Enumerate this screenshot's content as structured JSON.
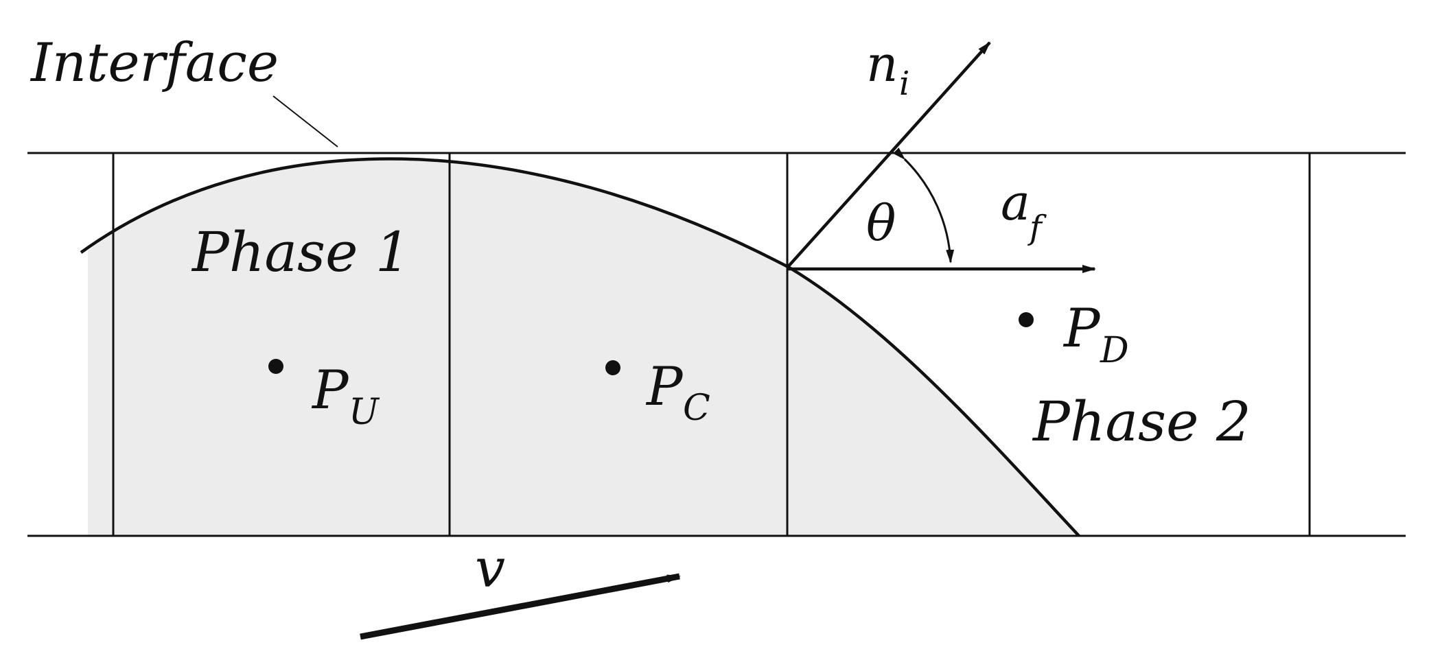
{
  "labels": {
    "interface": "Interface",
    "phase1": "Phase 1",
    "phase2": "Phase 2",
    "normal_main": "n",
    "normal_sub": "i",
    "face_main": "a",
    "face_sub": "f",
    "angle": "θ",
    "upwind_main": "P",
    "upwind_sub": "U",
    "central_main": "P",
    "central_sub": "C",
    "downwind_main": "P",
    "downwind_sub": "D",
    "velocity": "v"
  },
  "colors": {
    "line": "#111111",
    "phase1_fill": "#ececec",
    "background": "#ffffff"
  }
}
